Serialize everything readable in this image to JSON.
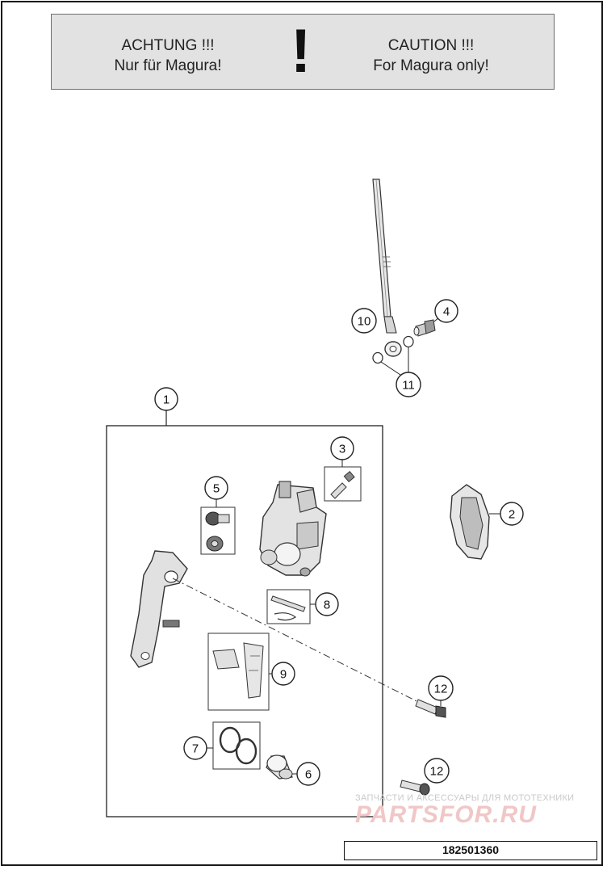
{
  "warning": {
    "left_heading": "ACHTUNG !!!",
    "left_text": "Nur für Magura!",
    "exclamation": "!",
    "right_heading": "CAUTION !!!",
    "right_text": "For Magura only!"
  },
  "callouts": [
    "1",
    "2",
    "3",
    "4",
    "5",
    "6",
    "7",
    "8",
    "9",
    "10",
    "11",
    "12",
    "12"
  ],
  "watermark": {
    "line1": "ЗАПЧАСТИ И АКСЕССУАРЫ ДЛЯ МОТОТЕХНИКИ",
    "line2": "PARTSFOR.RU"
  },
  "document_number": "182501360"
}
